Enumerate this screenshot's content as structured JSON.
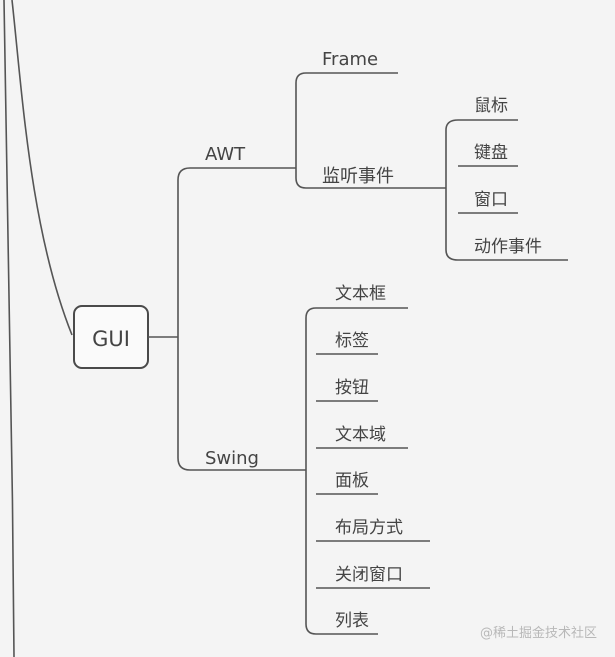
{
  "mindmap": {
    "root": "GUI",
    "branches": [
      {
        "label": "AWT",
        "children": [
          {
            "label": "Frame",
            "children": []
          },
          {
            "label": "监听事件",
            "children": [
              "鼠标",
              "键盘",
              "窗口",
              "动作事件"
            ]
          }
        ]
      },
      {
        "label": "Swing",
        "children": [
          {
            "label": "文本框"
          },
          {
            "label": "标签"
          },
          {
            "label": "按钮"
          },
          {
            "label": "文本域"
          },
          {
            "label": "面板"
          },
          {
            "label": "布局方式"
          },
          {
            "label": "关闭窗口"
          },
          {
            "label": "列表"
          }
        ]
      }
    ]
  },
  "watermark": "@稀土掘金技术社区"
}
